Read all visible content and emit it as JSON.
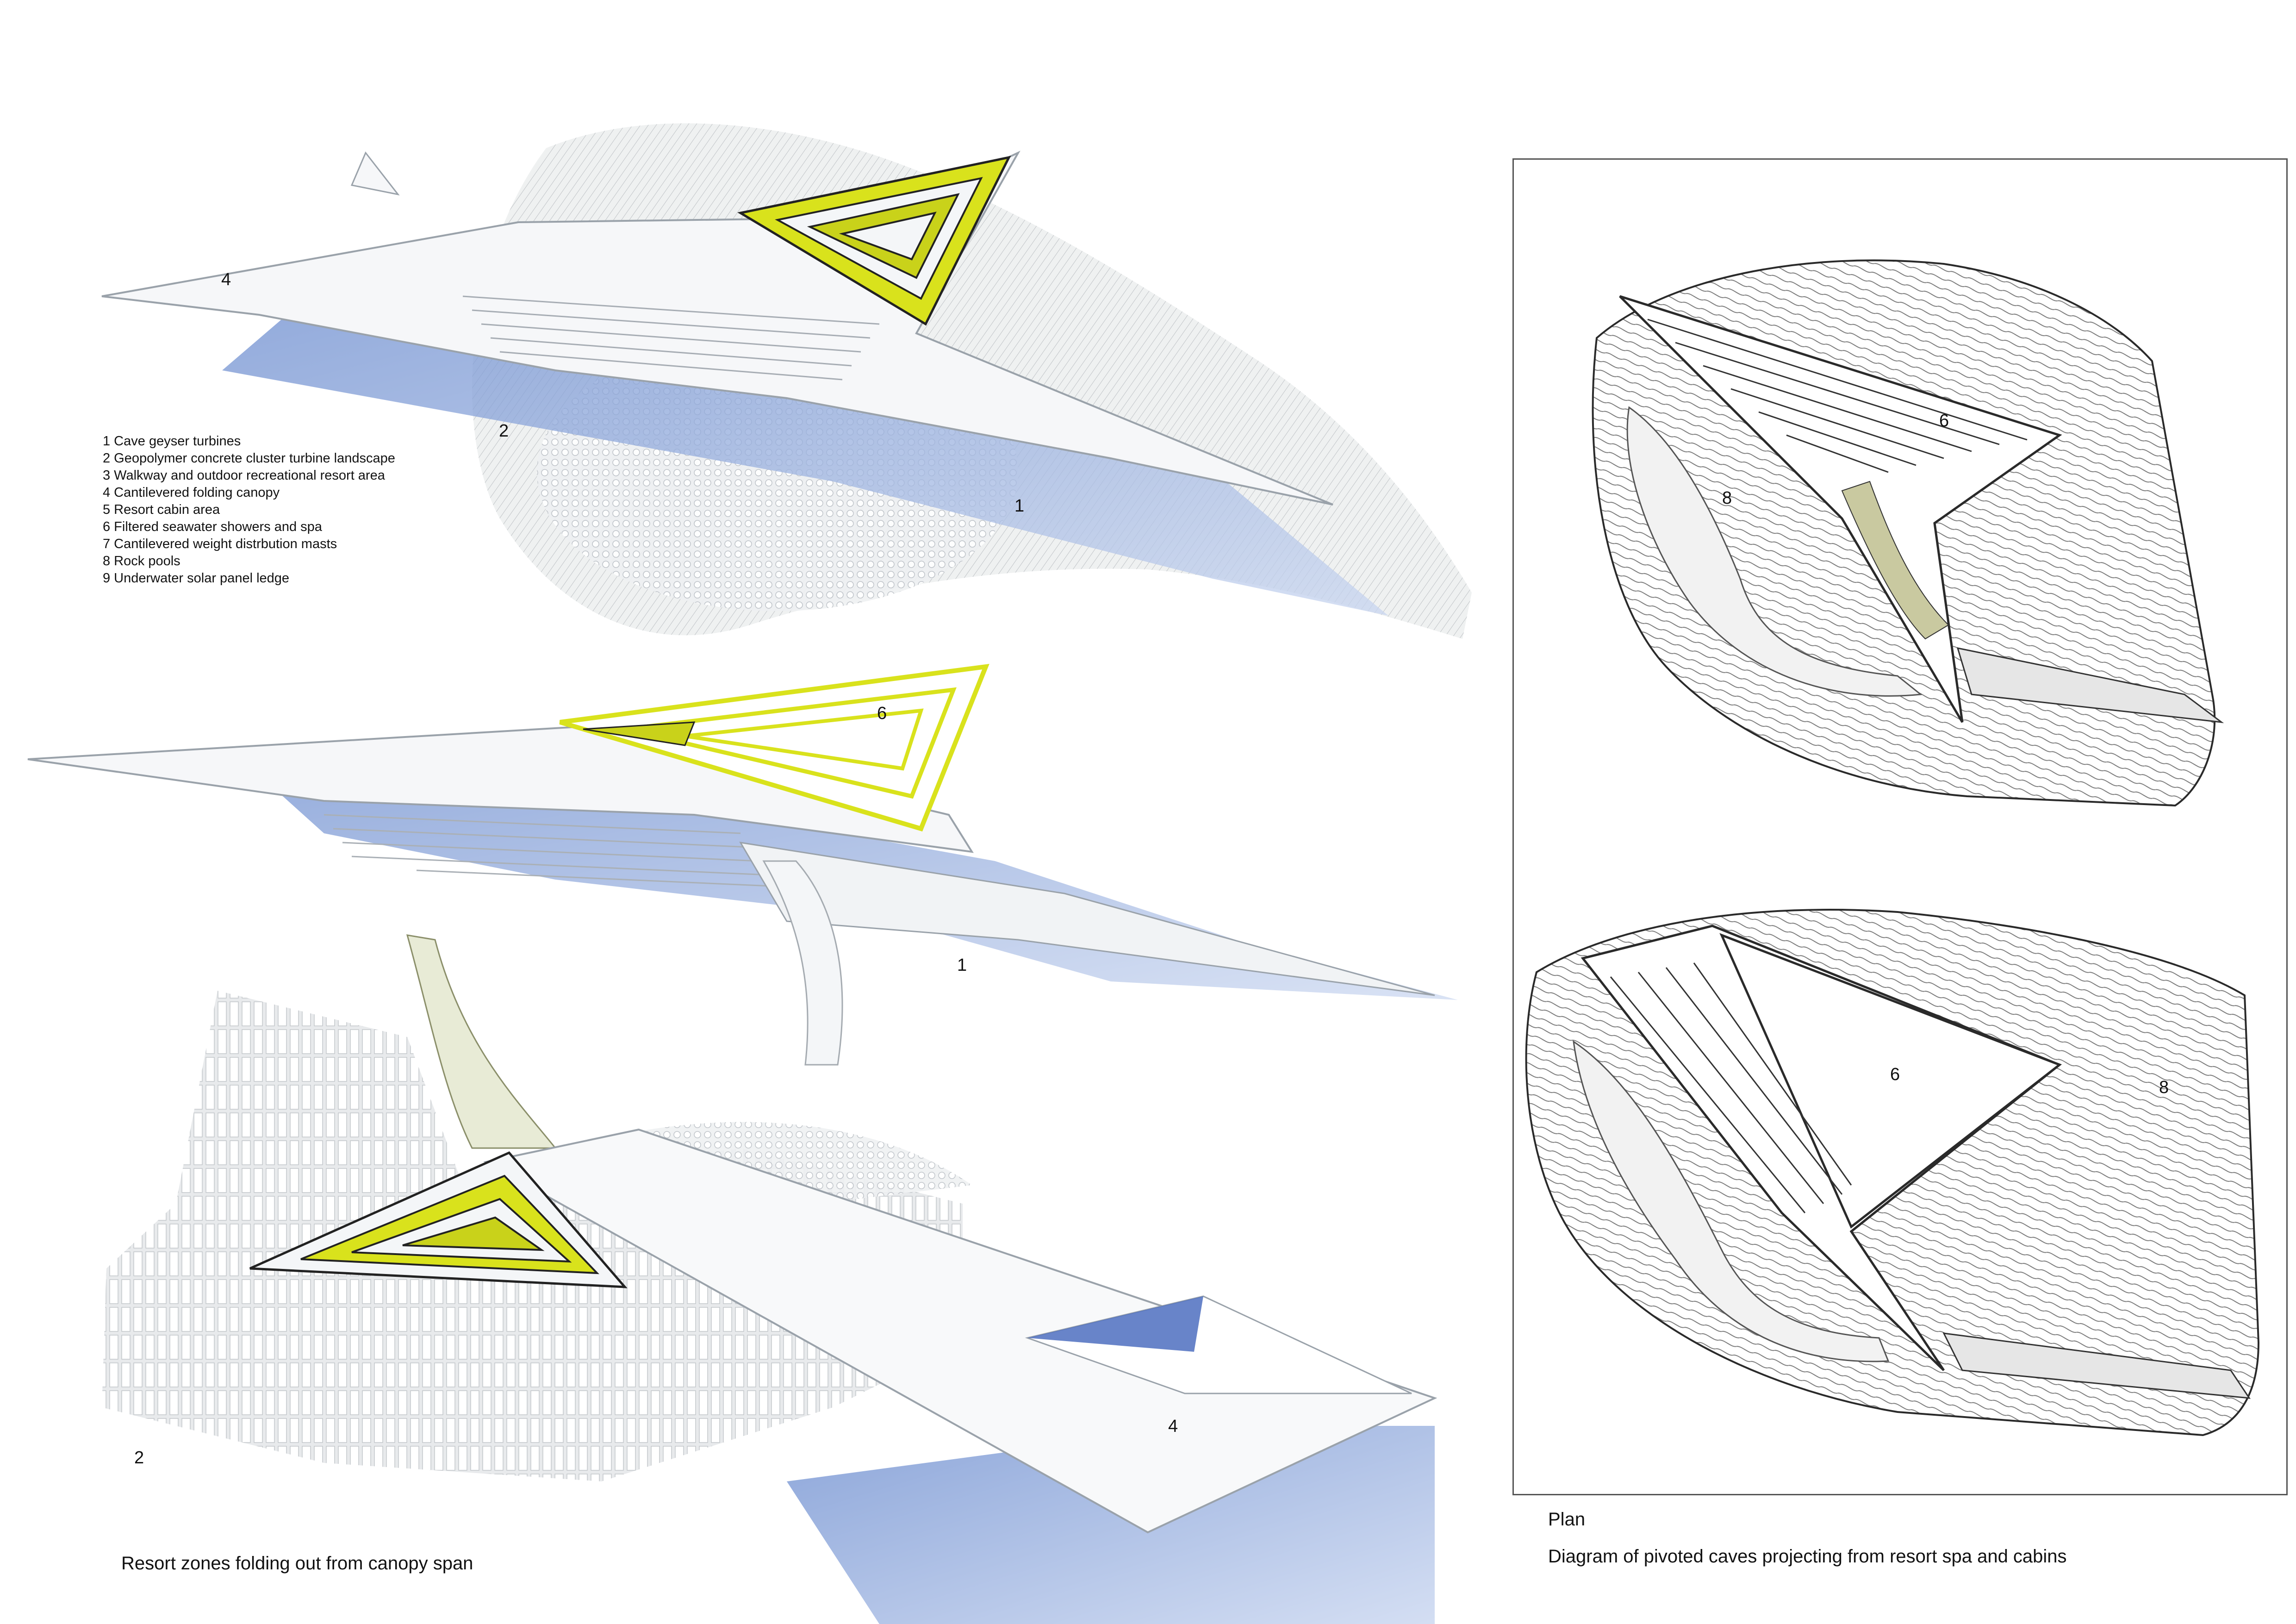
{
  "legend": [
    "1 Cave geyser turbines",
    "2 Geopolymer concrete cluster turbine landscape",
    "3 Walkway and outdoor recreational resort area",
    "4 Cantilevered folding canopy",
    "5 Resort cabin area",
    "6 Filtered seawater showers and spa",
    "7 Cantilevered weight distrbution masts",
    "8 Rock pools",
    "9 Underwater solar panel ledge"
  ],
  "markers": {
    "top_4": "4",
    "top_2": "2",
    "top_1": "1",
    "mid_6": "6",
    "mid_1": "1",
    "bot_2": "2",
    "bot_4": "4",
    "plan_top_6": "6",
    "plan_top_8": "8",
    "plan_bot_6": "6",
    "plan_bot_8": "8"
  },
  "captions": {
    "left": "Resort zones folding out from canopy span",
    "plan_title": "Plan",
    "plan_subtitle": "Diagram of pivoted caves projecting from resort spa and cabins"
  },
  "colors": {
    "accent_yellow": "#d9e21c",
    "shadow_blue": "#7f9ed8",
    "structure_white": "#f4f6f8",
    "line_dark": "#2a2a2a"
  }
}
